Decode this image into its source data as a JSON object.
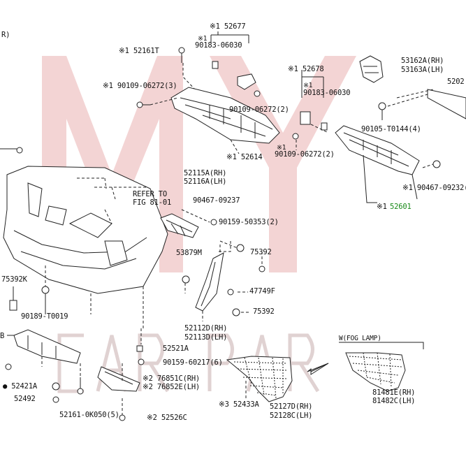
{
  "watermark": {
    "text_top": "MY",
    "text_bottom": "CAR PART",
    "color": "#e8b4b4"
  },
  "labels": {
    "p52677": "※1 52677",
    "p90183a_mark": "※1",
    "p90183a": "90183-06030",
    "p52161T": "※1 52161T",
    "p90109a": "※1 90109-06272(3)",
    "p90109b": "90109-06272(2)",
    "p52614": "※1 52614",
    "p52678": "※1 52678",
    "p90183b_mark": "※1",
    "p90183b": "90183-06030",
    "p90109c_mark": "※1",
    "p90109c": "90109-06272(2)",
    "p53162": "53162A(RH)",
    "p53163": "53163A(LH)",
    "p5202": "5202",
    "p90105": "90105-T0144(4)",
    "p90467b": "※1 90467-09232(6",
    "p52601": "52601",
    "p52601_mark": "※1",
    "refer1": "REFER TO",
    "refer2": "FIG 81-01",
    "p52115": "52115A(RH)",
    "p52116": "52116A(LH)",
    "p90467a": "90467-09237",
    "p90159a": "90159-50353(2)",
    "p53879": "53879M",
    "p75392a": "75392",
    "p47749": "47749F",
    "p75392b": "75392",
    "p75392K": "75392K",
    "p90189": "90189-T0019",
    "p52112": "52112D(RH)",
    "p52113": "52113D(LH)",
    "p52521": "52521A",
    "p90159b": "90159-60217(6)",
    "p76851": "※2 76851C(RH)",
    "p76852": "※2 76852E(LH)",
    "p52421": "● 52421A",
    "p52492": "52492",
    "p52161K": "52161-0K050(5)",
    "p52526": "※2 52526C",
    "fog": "W(FOG LAMP)",
    "p52433": "※3 52433A",
    "p52127": "52127D(RH)",
    "p52128": "52128C(LH)",
    "p81481": "81481E(RH)",
    "p81482": "81482C(LH)",
    "edgeR": "R)",
    "edgeB": "B"
  }
}
